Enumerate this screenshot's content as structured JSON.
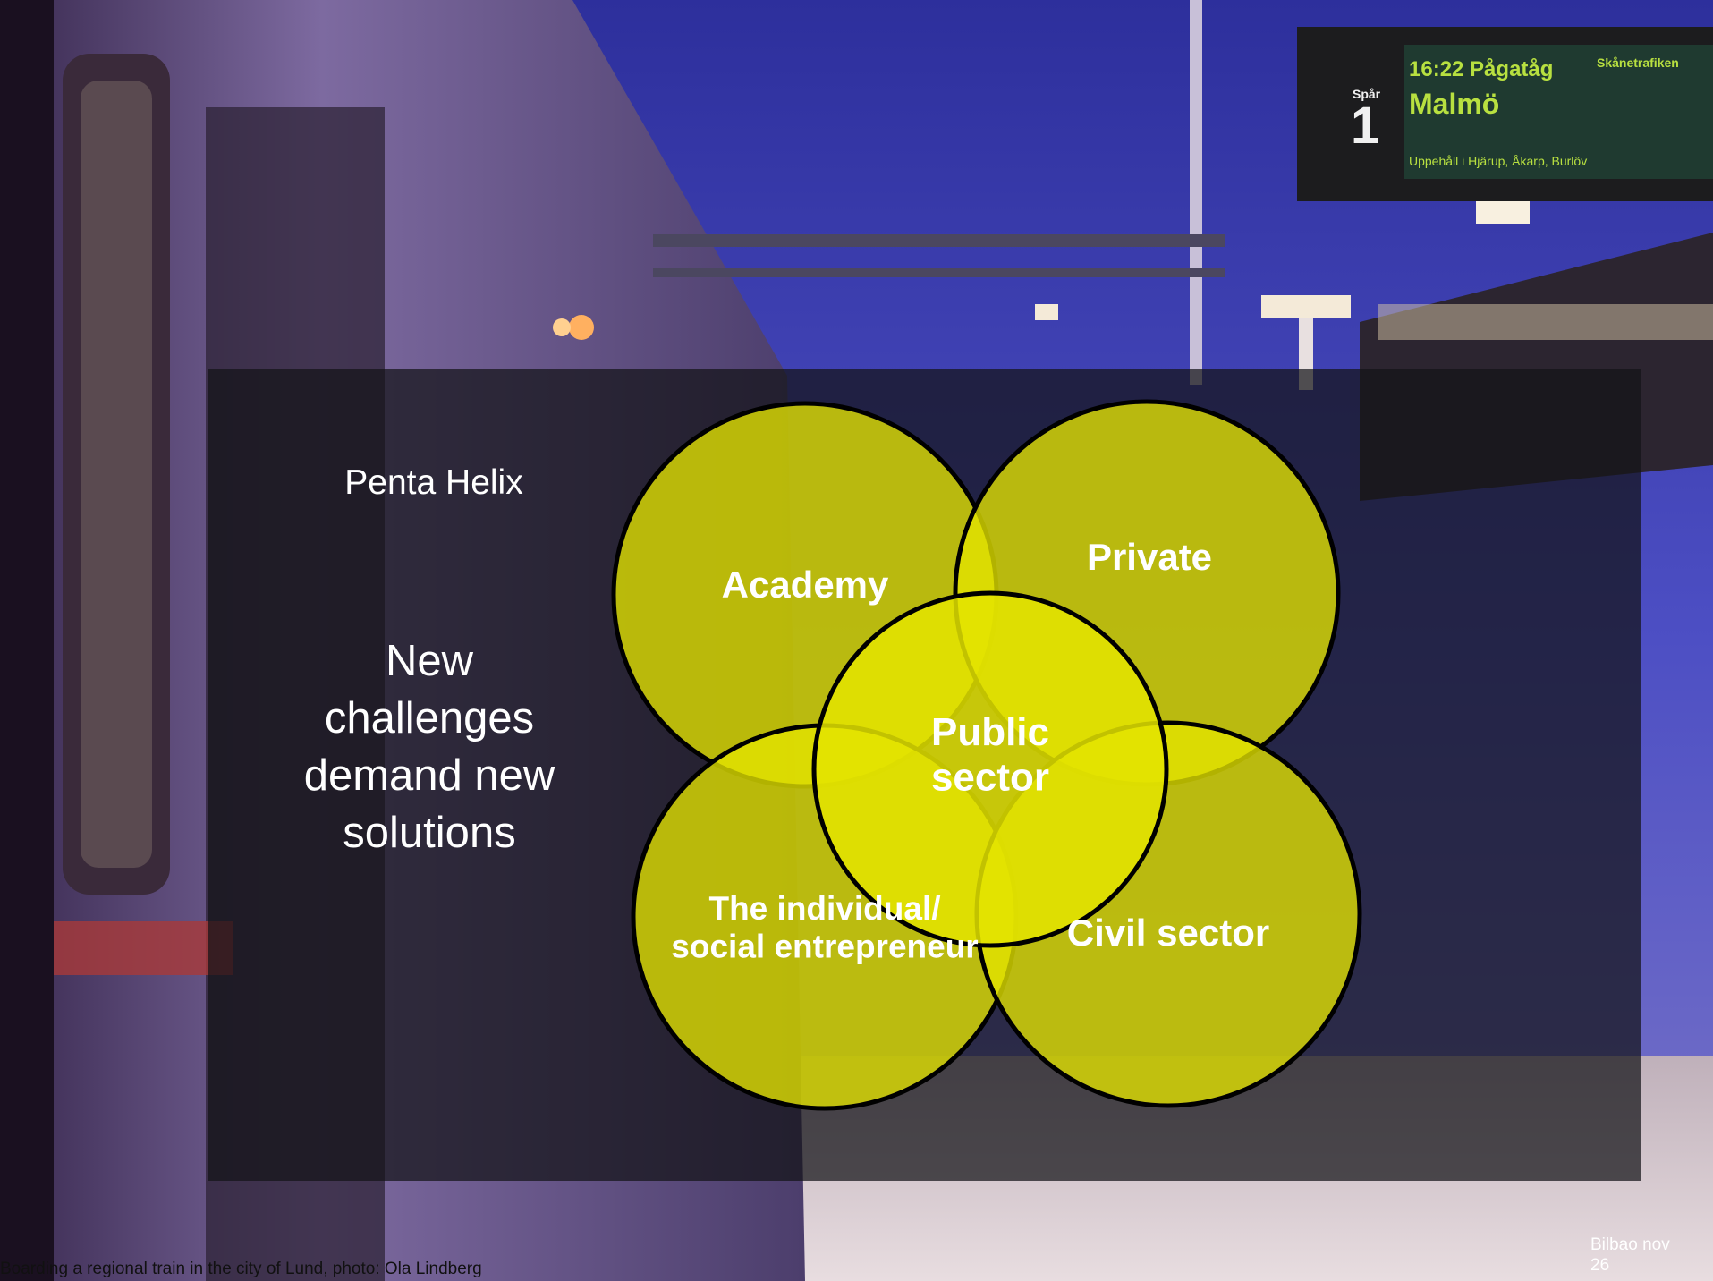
{
  "slide": {
    "title": "Penta Helix",
    "message": "New challenges demand new solutions",
    "caption": "Boarding a regional train in the city of Lund, photo: Ola Lindberg",
    "date": "Bilbao nov 26"
  },
  "diagram": {
    "type": "penta-helix-venn",
    "fill_color": "#e4e400",
    "outline_color": "#000000",
    "circles": [
      {
        "id": "academy",
        "label": "Academy"
      },
      {
        "id": "private",
        "label": "Private"
      },
      {
        "id": "individual",
        "label": "The individual/ social entrepreneur",
        "lines": [
          "The individual/",
          "social entrepreneur"
        ]
      },
      {
        "id": "civil",
        "label": "Civil sector"
      },
      {
        "id": "public",
        "label": "Public sector",
        "lines": [
          "Public",
          "sector"
        ]
      }
    ]
  }
}
